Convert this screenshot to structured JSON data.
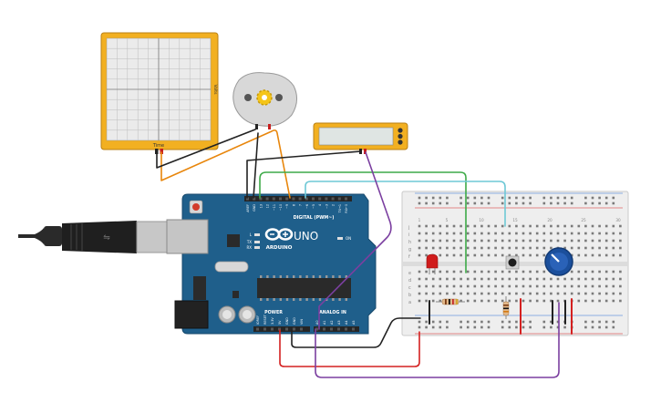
{
  "oscilloscope": {
    "time_label": "Time",
    "side_label": "Volts"
  },
  "arduino": {
    "brand": "ARDUINO",
    "model": "UNO",
    "digital_label": "DIGITAL (PWM~)",
    "power_label": "POWER",
    "analog_label": "ANALOG IN",
    "led_l": "L",
    "led_tx": "TX",
    "led_rx": "RX",
    "led_on": "ON",
    "digital_pins": [
      "AREF",
      "GND",
      "13",
      "12",
      "~11",
      "~10",
      "~9",
      "8",
      "7",
      "~6",
      "~5",
      "4",
      "~3",
      "2",
      "TX→1",
      "RX←0"
    ],
    "power_pins": [
      "IOREF",
      "RESET",
      "3.3V",
      "5V",
      "GND",
      "GND",
      "VIN"
    ],
    "analog_pins": [
      "A0",
      "A1",
      "A2",
      "A3",
      "A4",
      "A5"
    ]
  },
  "breadboard": {
    "row_letters_top": [
      "j",
      "i",
      "h",
      "g",
      "f"
    ],
    "row_letters_bottom": [
      "e",
      "d",
      "c",
      "b",
      "a"
    ],
    "column_numbers": [
      "1",
      "5",
      "10",
      "15",
      "20",
      "25",
      "30"
    ]
  },
  "colors": {
    "wire_orange": "#e8860c",
    "wire_black": "#222222",
    "wire_green": "#3daa48",
    "wire_cyan": "#6ec8d6",
    "wire_red": "#d42020",
    "wire_purple": "#7b3fa0",
    "arduino_blue": "#1f5f8b",
    "instrument_yellow": "#f2b021"
  }
}
